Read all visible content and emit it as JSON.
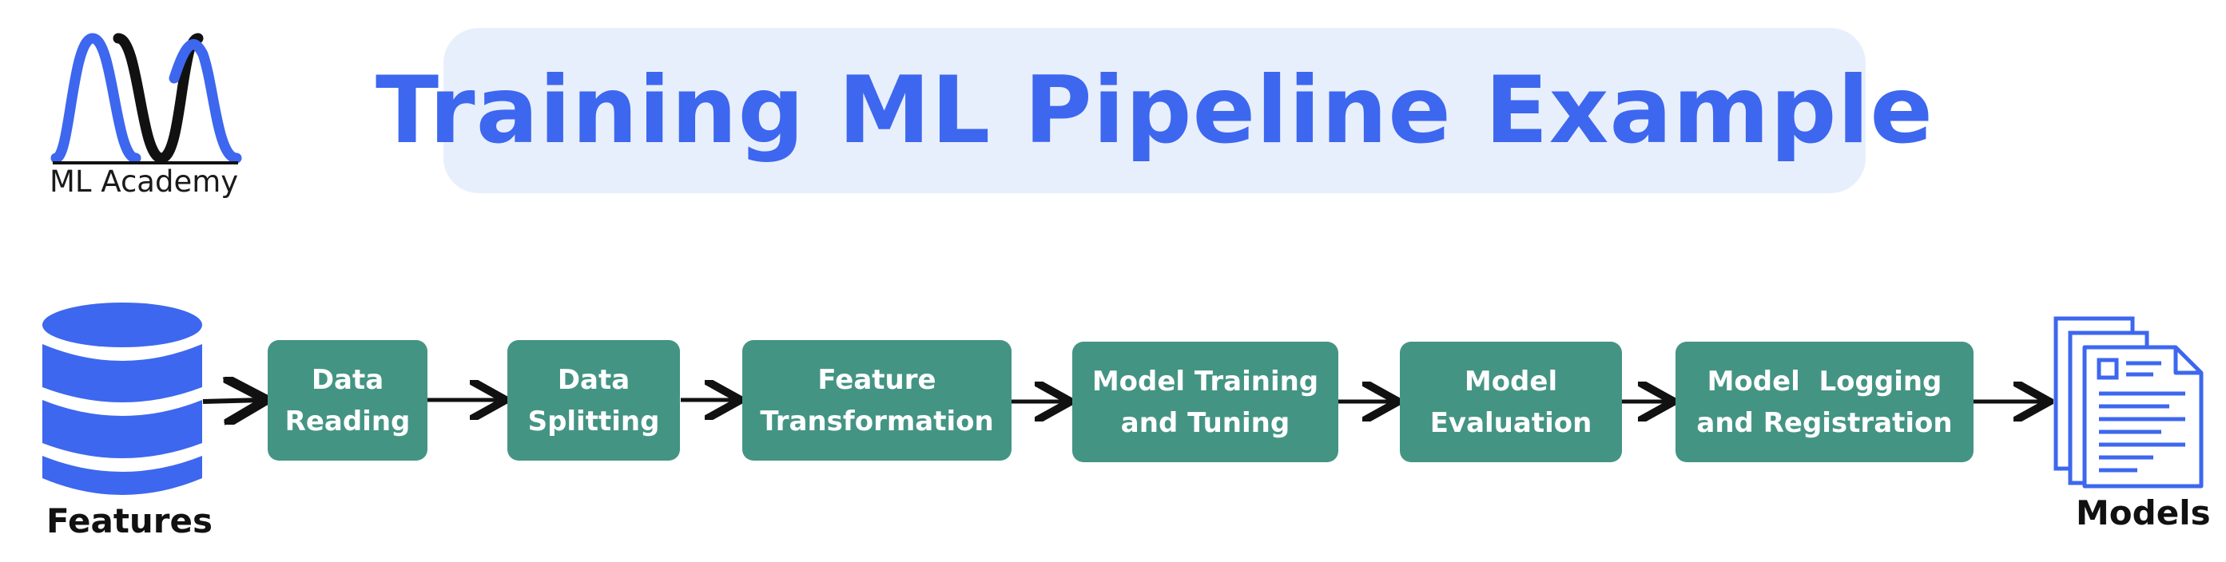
{
  "logo": {
    "text": "ML Academy",
    "icon": "ml-academy-wave-logo",
    "colors": {
      "blue": "#3d67ef",
      "black": "#111111"
    }
  },
  "title": "Training ML Pipeline Example",
  "input": {
    "label": "Features",
    "icon": "database-icon"
  },
  "output": {
    "label": "Models",
    "icon": "documents-icon"
  },
  "stages": [
    {
      "line1": "Data",
      "line2": "Reading"
    },
    {
      "line1": "Data",
      "line2": "Splitting"
    },
    {
      "line1": "Feature",
      "line2": "Transformation"
    },
    {
      "line1": "Model Training",
      "line2": "and Tuning"
    },
    {
      "line1": "Model",
      "line2": "Evaluation"
    },
    {
      "line1": "Model  Logging",
      "line2": "and Registration"
    }
  ],
  "colors": {
    "stage_fill": "#449484",
    "accent_blue": "#3d67ef",
    "banner_bg": "#e8effc",
    "arrow": "#111111"
  }
}
